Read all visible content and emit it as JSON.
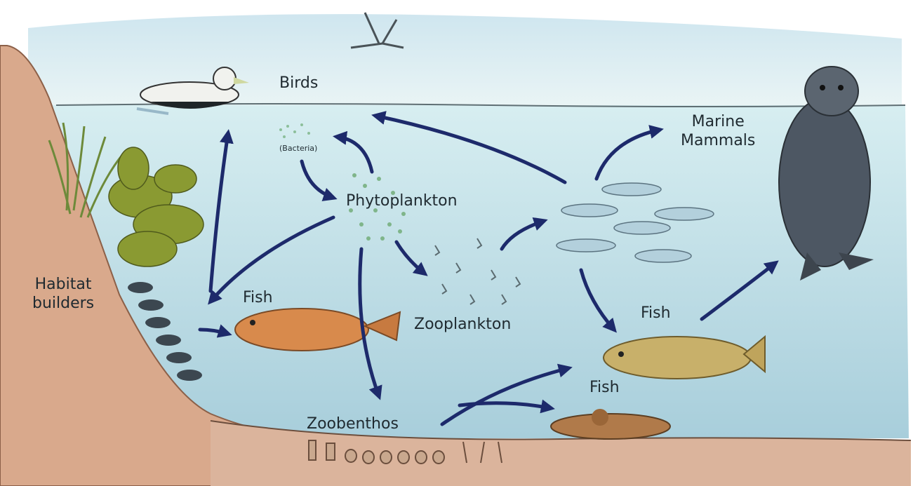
{
  "labels": {
    "birds": "Birds",
    "marine_mammals_line1": "Marine",
    "marine_mammals_line2": "Mammals",
    "bacteria": "(Bacteria)",
    "phytoplankton": "Phytoplankton",
    "habitat_line1": "Habitat",
    "habitat_line2": "builders",
    "fish_left": "Fish",
    "zooplankton": "Zooplankton",
    "fish_right": "Fish",
    "fish_bottom": "Fish",
    "zoobenthos": "Zoobenthos"
  },
  "colors": {
    "sky": "#d8ecf2",
    "water_top": "#d5ecef",
    "water_bottom": "#a9cfdc",
    "shore": "#d9a98c",
    "seabed": "#dbb49c",
    "arrow": "#1d2a6b",
    "seal": "#4d5763",
    "fish_small": "#a9c9d8",
    "flatfish": "#d88a4c",
    "cod": "#c8b06a",
    "weed": "#8a9a32"
  }
}
